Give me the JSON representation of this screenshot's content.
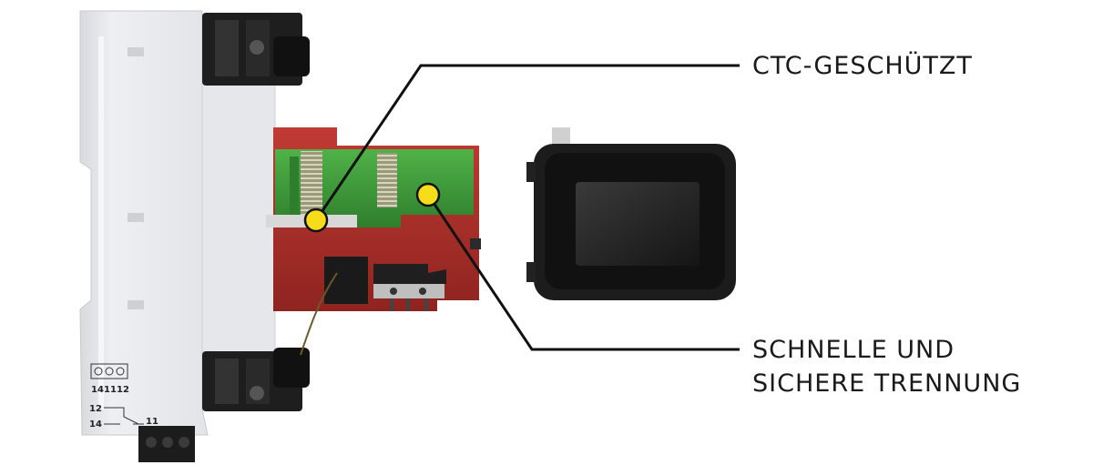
{
  "callouts": [
    {
      "id": "ctc",
      "lines": [
        "CTC-GESCHÜTZT"
      ]
    },
    {
      "id": "trennung",
      "lines": [
        "SCHNELLE UND",
        "SICHERE TRENNUNG"
      ]
    }
  ],
  "terminal_labels": {
    "top_row": [
      "14",
      "11",
      "12"
    ],
    "schematic_12": "12",
    "schematic_14": "14",
    "schematic_11": "11"
  },
  "colors": {
    "housing": "#e9eaee",
    "cartridge_red": "#b8322c",
    "carrier_green": "#3f9a3b",
    "indicator_black": "#1e1e1e",
    "marker_yellow": "#f7dc1a",
    "leader_line": "#111111"
  }
}
